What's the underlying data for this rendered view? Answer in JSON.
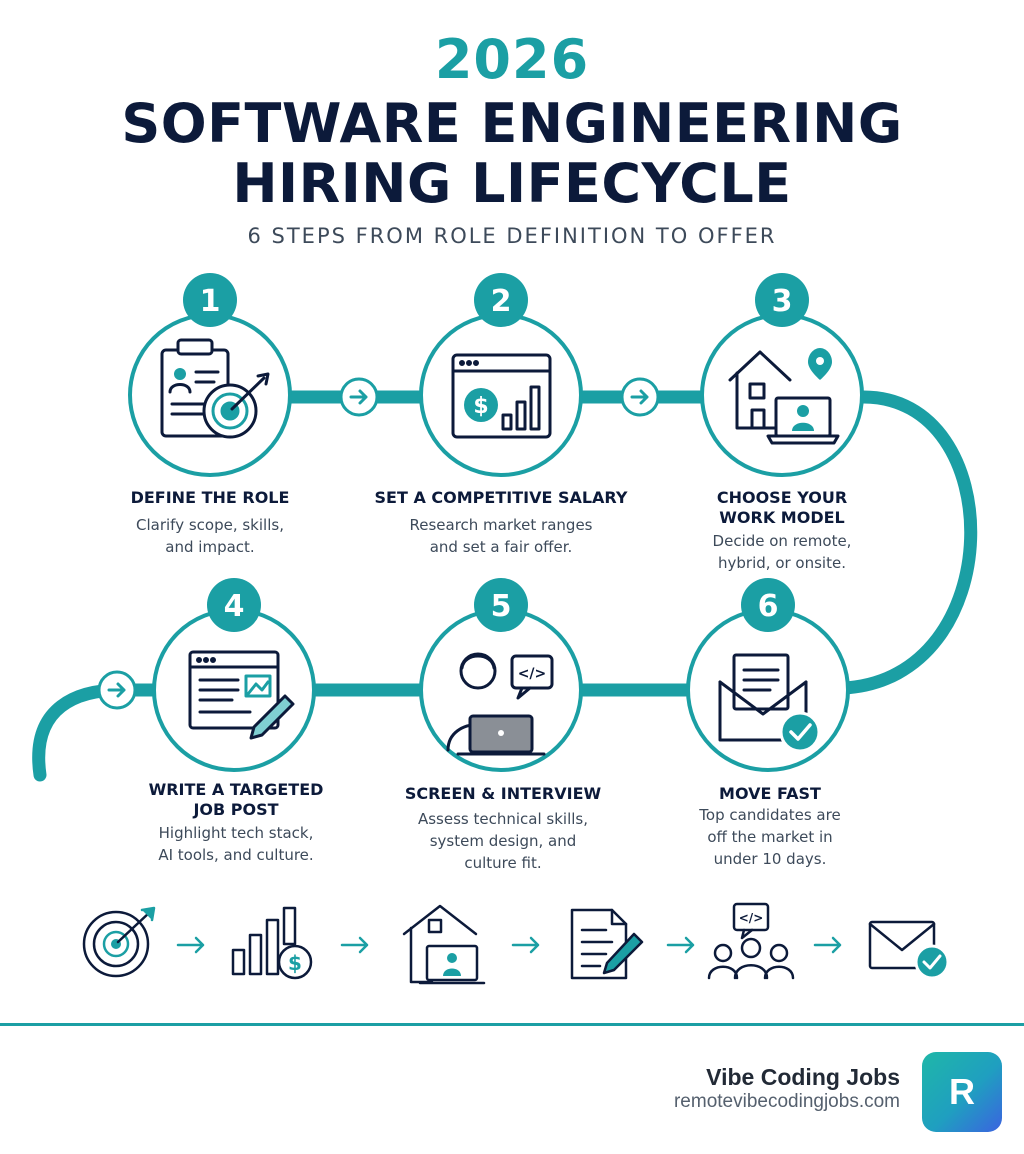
{
  "header": {
    "year": "2026",
    "title_line1": "SOFTWARE ENGINEERING",
    "title_line2": "HIRING LIFECYCLE",
    "subtitle": "6 STEPS FROM ROLE DEFINITION TO OFFER"
  },
  "colors": {
    "teal": "#1b9fa4",
    "navy": "#0c1a3a",
    "text": "#3d4a5a"
  },
  "steps": [
    {
      "number": "1",
      "title_lines": [
        "DEFINE THE ROLE"
      ],
      "desc_lines": [
        "Clarify scope, skills,",
        "and impact."
      ],
      "icon": "clipboard-target-icon"
    },
    {
      "number": "2",
      "title_lines": [
        "SET A COMPETITIVE SALARY"
      ],
      "desc_lines": [
        "Research market ranges",
        "and set a fair offer."
      ],
      "icon": "salary-chart-icon"
    },
    {
      "number": "3",
      "title_lines": [
        "CHOOSE YOUR",
        "WORK MODEL"
      ],
      "desc_lines": [
        "Decide on remote,",
        "hybrid, or onsite."
      ],
      "icon": "house-laptop-icon"
    },
    {
      "number": "4",
      "title_lines": [
        "WRITE A TARGETED",
        "JOB POST"
      ],
      "desc_lines": [
        "Highlight tech stack,",
        "AI tools, and culture."
      ],
      "icon": "job-post-icon"
    },
    {
      "number": "5",
      "title_lines": [
        "SCREEN & INTERVIEW"
      ],
      "desc_lines": [
        "Assess technical skills,",
        "system design, and",
        "culture fit."
      ],
      "icon": "developer-laptop-icon"
    },
    {
      "number": "6",
      "title_lines": [
        "MOVE FAST"
      ],
      "desc_lines": [
        "Top candidates are",
        "off the market in",
        "under 10 days."
      ],
      "icon": "envelope-check-icon"
    }
  ],
  "bottom_icons": [
    "target-icon",
    "salary-bars-icon",
    "house-laptop-icon",
    "document-pen-icon",
    "team-code-icon",
    "envelope-check-icon"
  ],
  "brand": {
    "name": "Vibe Coding Jobs",
    "url": "remotevibecodingjobs.com",
    "logo_letter": "R"
  }
}
